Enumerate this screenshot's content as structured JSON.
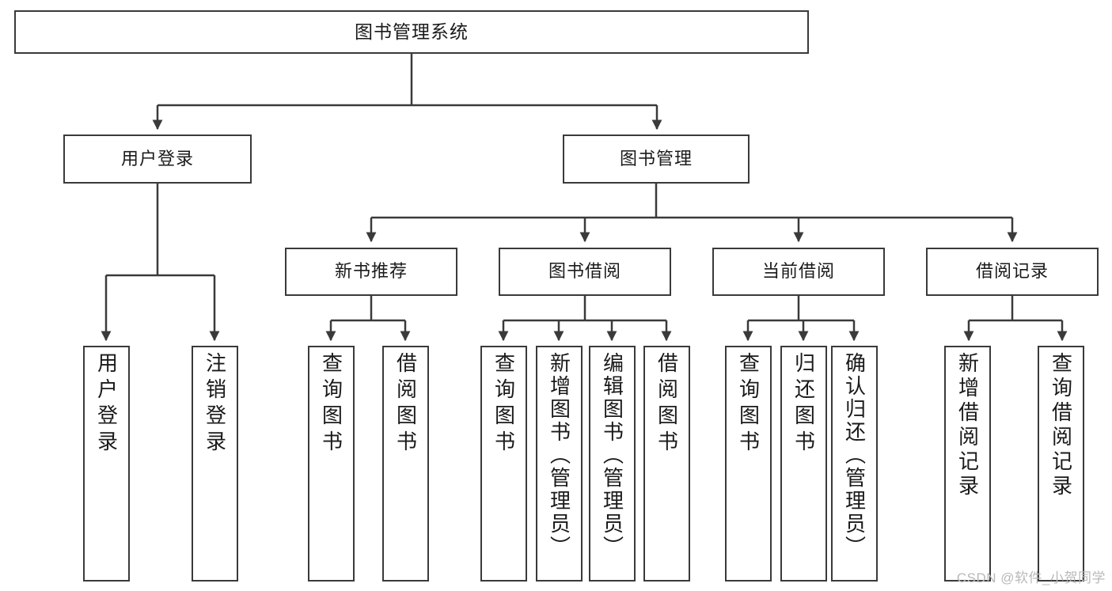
{
  "diagram": {
    "title": "图书管理系统",
    "type": "tree-hierarchy",
    "root": {
      "id": "root",
      "label": "图书管理系统"
    },
    "level2": [
      {
        "id": "user-login",
        "label": "用户登录"
      },
      {
        "id": "book-manage",
        "label": "图书管理"
      }
    ],
    "level3": [
      {
        "id": "new-book-rec",
        "label": "新书推荐",
        "parent": "book-manage"
      },
      {
        "id": "book-borrow",
        "label": "图书借阅",
        "parent": "book-manage"
      },
      {
        "id": "current-borrow",
        "label": "当前借阅",
        "parent": "book-manage"
      },
      {
        "id": "borrow-record",
        "label": "借阅记录",
        "parent": "book-manage"
      }
    ],
    "leaves": [
      {
        "id": "leaf-user-login",
        "label": "用户登录",
        "parent": "user-login"
      },
      {
        "id": "leaf-logout",
        "label": "注销登录",
        "parent": "user-login"
      },
      {
        "id": "leaf-query-book-1",
        "label": "查询图书",
        "parent": "new-book-rec"
      },
      {
        "id": "leaf-borrow-book-1",
        "label": "借阅图书",
        "parent": "new-book-rec"
      },
      {
        "id": "leaf-query-book-2",
        "label": "查询图书",
        "parent": "book-borrow"
      },
      {
        "id": "leaf-add-book",
        "label": "新增图书（管理员）",
        "parent": "book-borrow"
      },
      {
        "id": "leaf-edit-book",
        "label": "编辑图书（管理员）",
        "parent": "book-borrow"
      },
      {
        "id": "leaf-borrow-book-2",
        "label": "借阅图书",
        "parent": "book-borrow"
      },
      {
        "id": "leaf-query-book-3",
        "label": "查询图书",
        "parent": "current-borrow"
      },
      {
        "id": "leaf-return-book",
        "label": "归还图书",
        "parent": "current-borrow"
      },
      {
        "id": "leaf-confirm-return",
        "label": "确认归还（管理员）",
        "parent": "current-borrow"
      },
      {
        "id": "leaf-add-record",
        "label": "新增借阅记录",
        "parent": "borrow-record"
      },
      {
        "id": "leaf-query-record",
        "label": "查询借阅记录",
        "parent": "borrow-record"
      }
    ],
    "colors": {
      "stroke": "#3a3a3a",
      "fill": "#ffffff",
      "text": "#1a1a1a",
      "watermark": "#b9b9b9"
    }
  },
  "watermark": {
    "text": "CSDN @软件_小贺同学"
  }
}
